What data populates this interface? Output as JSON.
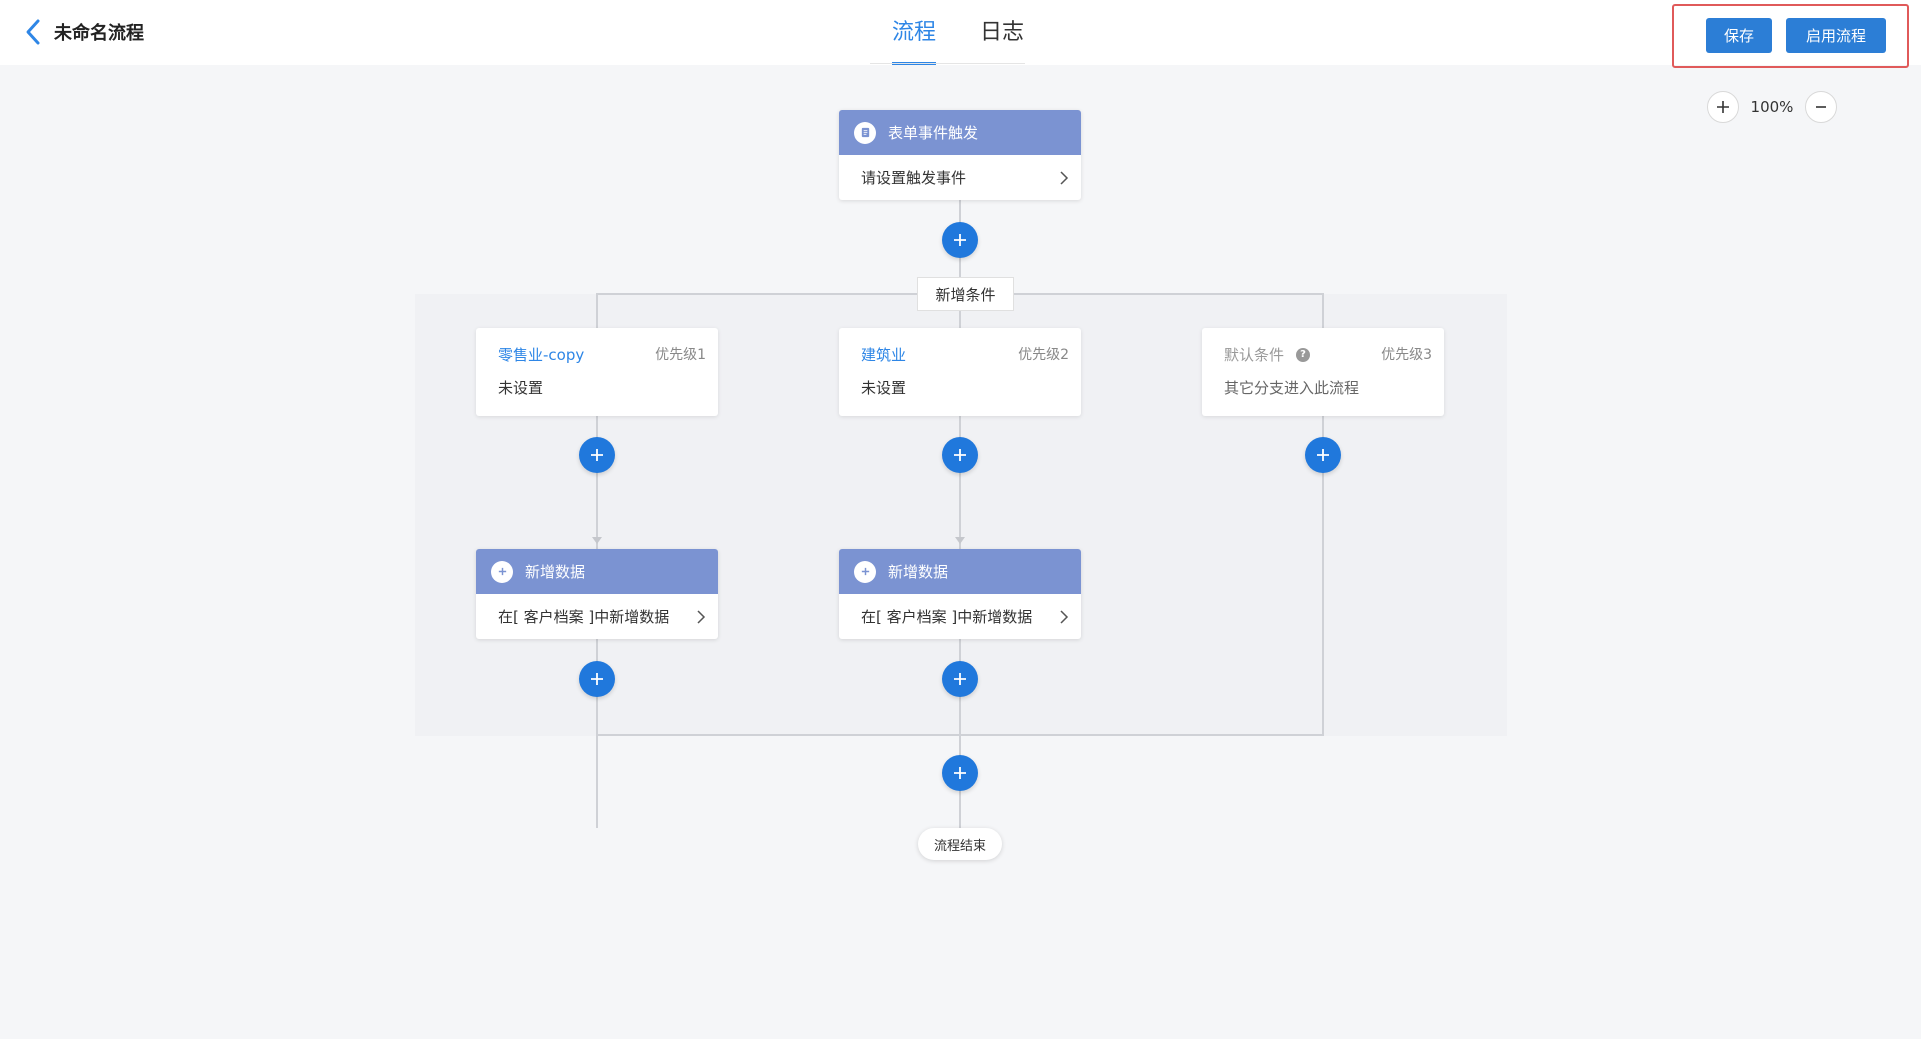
{
  "header": {
    "title": "未命名流程",
    "tabs": [
      {
        "label": "流程",
        "active": true
      },
      {
        "label": "日志",
        "active": false
      }
    ],
    "save_label": "保存",
    "enable_label": "启用流程"
  },
  "zoom": {
    "level": "100%"
  },
  "colors": {
    "accent": "#2e86e6",
    "primary_button": "#2c7ed6",
    "node_header": "#7b93d2",
    "highlight": "#e05a5a"
  },
  "trigger": {
    "header": "表单事件触发",
    "body": "请设置触发事件"
  },
  "add_condition_label": "新增条件",
  "branches": [
    {
      "title": "零售业-copy",
      "priority": "优先级1",
      "desc": "未设置"
    },
    {
      "title": "建筑业",
      "priority": "优先级2",
      "desc": "未设置"
    },
    {
      "title": "默认条件",
      "priority": "优先级3",
      "desc": "其它分支进入此流程"
    }
  ],
  "actions": [
    {
      "header": "新增数据",
      "body": "在[ 客户档案 ]中新增数据"
    },
    {
      "header": "新增数据",
      "body": "在[ 客户档案 ]中新增数据"
    }
  ],
  "end_label": "流程结束"
}
